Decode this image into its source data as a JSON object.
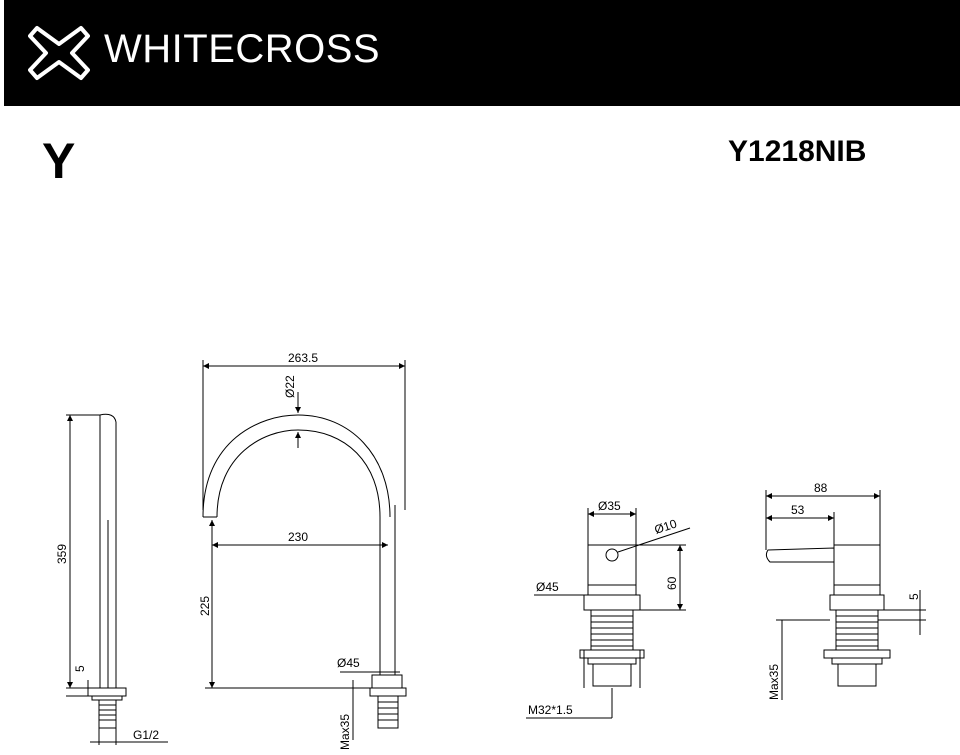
{
  "brand": {
    "name": "WHITECROSS",
    "logo": "cross-outline-logo-icon"
  },
  "series": "Y",
  "model": "Y1218NIB",
  "colors": {
    "header_bg": "#000000",
    "header_text": "#ffffff",
    "line": "#000000"
  },
  "dimensions": {
    "spout_side": {
      "height": "359",
      "base": "5",
      "thread": "G1/2"
    },
    "spout_front": {
      "width": "263.5",
      "pipe_dia": "Ø22",
      "reach": "230",
      "height": "225",
      "base_dia": "Ø45",
      "max_deck": "Max35"
    },
    "handle_front": {
      "body_dia": "Ø35",
      "lever_dia": "Ø10",
      "base_dia": "Ø45",
      "height": "60",
      "thread": "M32*1.5"
    },
    "handle_side": {
      "overall": "88",
      "lever": "53",
      "base": "5",
      "max_deck": "Max35"
    }
  }
}
